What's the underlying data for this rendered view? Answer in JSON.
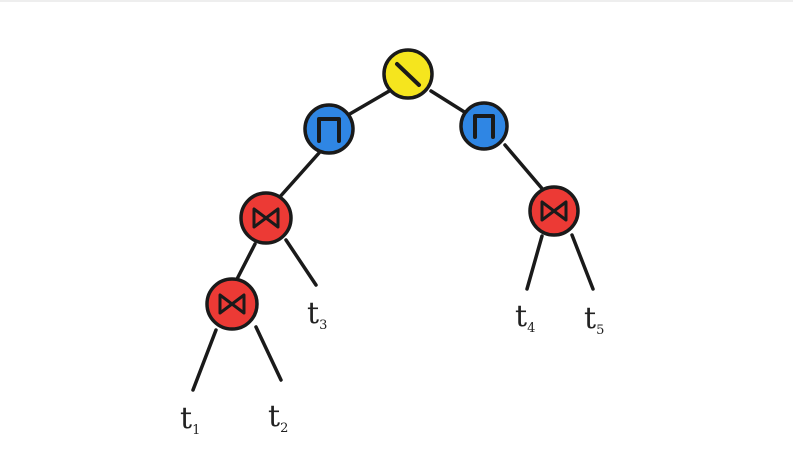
{
  "colors": {
    "difference": "#f5e51e",
    "intersection": "#2f86e4",
    "join": "#ec3a35",
    "stroke": "#1a1a1a"
  },
  "nodes": {
    "root": {
      "operator": "difference",
      "symbol": "\\"
    },
    "left_intersection": {
      "operator": "intersection",
      "symbol": "⊓"
    },
    "right_intersection": {
      "operator": "intersection",
      "symbol": "⊓"
    },
    "left_join_upper": {
      "operator": "join",
      "symbol": "⋈"
    },
    "left_join_lower": {
      "operator": "join",
      "symbol": "⋈"
    },
    "right_join": {
      "operator": "join",
      "symbol": "⋈"
    }
  },
  "leaves": [
    {
      "base": "t",
      "sub": "1"
    },
    {
      "base": "t",
      "sub": "2"
    },
    {
      "base": "t",
      "sub": "3"
    },
    {
      "base": "t",
      "sub": "4"
    },
    {
      "base": "t",
      "sub": "5"
    }
  ]
}
